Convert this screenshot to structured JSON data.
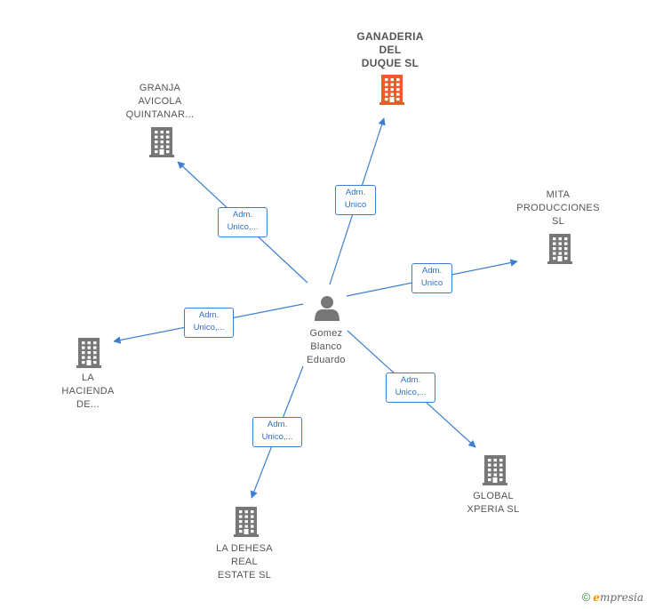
{
  "center": {
    "name_lines": [
      "Gomez",
      "Blanco",
      "Eduardo"
    ],
    "icon": "person-icon"
  },
  "companies": [
    {
      "id": "ganaderia",
      "name_lines": [
        "GANADERIA",
        "DEL",
        "DUQUE  SL"
      ],
      "highlight": true,
      "edge_lines": [
        "Adm.",
        "Unico"
      ]
    },
    {
      "id": "granja",
      "name_lines": [
        "GRANJA",
        "AVICOLA",
        "QUINTANAR..."
      ],
      "highlight": false,
      "edge_lines": [
        "Adm.",
        "Unico,..."
      ]
    },
    {
      "id": "mita",
      "name_lines": [
        "MITA",
        "PRODUCCIONES",
        "SL"
      ],
      "highlight": false,
      "edge_lines": [
        "Adm.",
        "Unico"
      ]
    },
    {
      "id": "hacienda",
      "name_lines": [
        "LA",
        "HACIENDA",
        "DE..."
      ],
      "highlight": false,
      "edge_lines": [
        "Adm.",
        "Unico,..."
      ]
    },
    {
      "id": "global",
      "name_lines": [
        "GLOBAL",
        "XPERIA  SL"
      ],
      "highlight": false,
      "edge_lines": [
        "Adm.",
        "Unico,..."
      ]
    },
    {
      "id": "dehesa",
      "name_lines": [
        "LA DEHESA",
        "REAL",
        "ESTATE  SL"
      ],
      "highlight": false,
      "edge_lines": [
        "Adm.",
        "Unico,..."
      ]
    }
  ],
  "colors": {
    "edge": "#3b7fd4",
    "building": "#777777",
    "building_highlight": "#f05a28",
    "person": "#777777"
  },
  "footer": {
    "copyright": "©",
    "brand_initial": "e",
    "brand_rest": "mpresia"
  }
}
